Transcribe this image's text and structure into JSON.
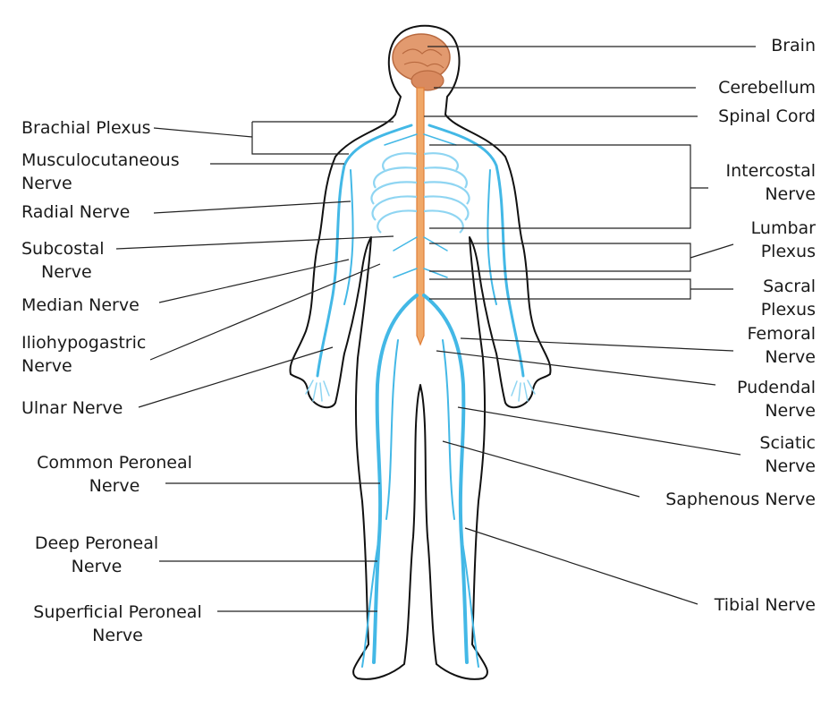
{
  "labels": {
    "brain": "Brain",
    "cerebellum": "Cerebellum",
    "spinal_cord": "Spinal Cord",
    "intercostal": [
      "Intercostal",
      "Nerve"
    ],
    "lumbar": [
      "Lumbar",
      "Plexus"
    ],
    "sacral": [
      "Sacral",
      "Plexus"
    ],
    "femoral": [
      "Femoral",
      "Nerve"
    ],
    "pudendal": [
      "Pudendal",
      "Nerve"
    ],
    "sciatic": [
      "Sciatic",
      "Nerve"
    ],
    "saphenous": "Saphenous Nerve",
    "tibial": "Tibial Nerve",
    "brachial": "Brachial Plexus",
    "musculocutaneous": [
      "Musculocutaneous",
      "Nerve"
    ],
    "radial": "Radial Nerve",
    "subcostal": [
      "Subcostal",
      "Nerve"
    ],
    "median": "Median Nerve",
    "iliohypogastric": [
      "Iliohypogastric",
      "Nerve"
    ],
    "ulnar": "Ulnar Nerve",
    "common_peroneal": [
      "Common Peroneal",
      "Nerve"
    ],
    "deep_peroneal": [
      "Deep Peroneal",
      "Nerve"
    ],
    "superficial_peroneal": [
      "Superficial Peroneal",
      "Nerve"
    ]
  },
  "colors": {
    "nerve": "#43b8e6",
    "nerve_light": "#8fd5f2",
    "spine": "#f0a868",
    "brain": "#e29a6f",
    "outline": "#111111",
    "leader": "#222222"
  }
}
